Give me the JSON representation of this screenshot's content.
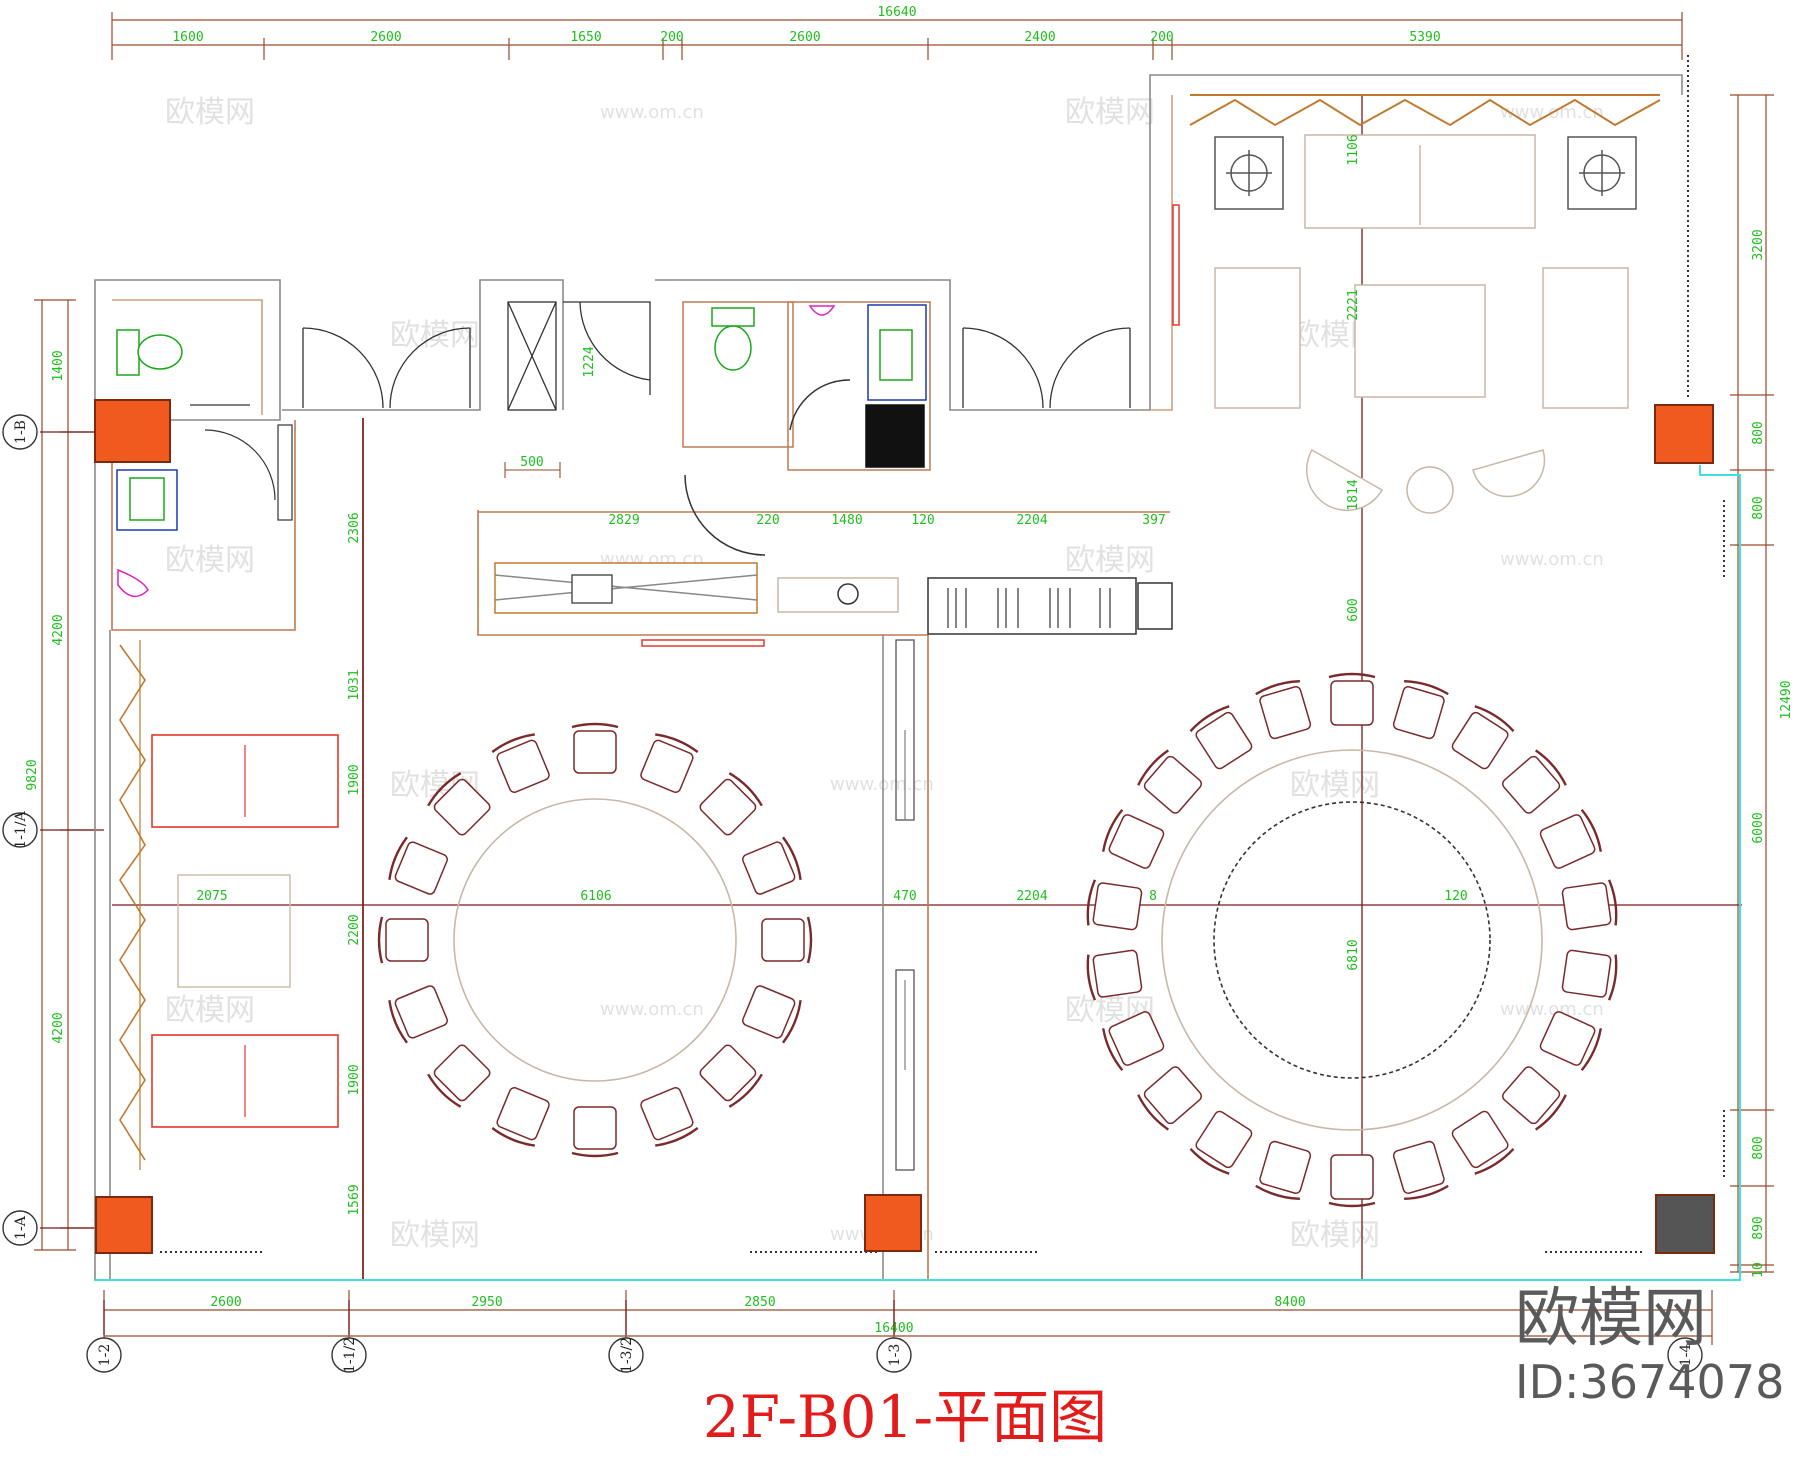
{
  "drawing": {
    "title": "2F-B01-平面图",
    "colors": {
      "wall": "#8a8a8a",
      "dim_line": "#9a4a2a",
      "dim_text": "#1fbf1f",
      "title": "#e21b1b",
      "column": "#f05a1e",
      "column_edge": "#7a2a10",
      "chair": "#7a2a2a",
      "sofa": "#e03a2a",
      "sanitary": "#1aa81a",
      "cyan_line": "#40e0e0",
      "axis_line": "#7a1a1a"
    }
  },
  "dimensions": {
    "top_total": "16640",
    "top_segments": [
      "1600",
      "2600",
      "1650",
      "200",
      "2600",
      "2400",
      "200",
      "5390"
    ],
    "bottom_segments": [
      "2600",
      "2950",
      "2850",
      "8400"
    ],
    "bottom_total": "16400",
    "left_outer": [
      "9820"
    ],
    "left_inner": [
      "1400",
      "4200",
      "4200"
    ],
    "right_inner": [
      "3200",
      "800",
      "800",
      "6000",
      "800",
      "890",
      "10"
    ],
    "right_outer": [
      "12490"
    ],
    "interior": [
      "1106",
      "2221",
      "1814",
      "600",
      "6810",
      "1224",
      "500",
      "2829",
      "220",
      "1480",
      "120",
      "2204",
      "397",
      "2306",
      "1031",
      "1900",
      "2200",
      "1900",
      "1569",
      "2075",
      "6106",
      "470",
      "2204",
      "8",
      "120"
    ]
  },
  "axes": {
    "rows": [
      "1-B",
      "1-1/A",
      "1-A"
    ],
    "columns": [
      "1-2",
      "1-1/2",
      "1-3/2",
      "1-3",
      "1-4"
    ]
  },
  "watermark": {
    "brand": "欧模网",
    "id": "ID:3674078",
    "repeat_text": "欧模网",
    "repeat_url": "www.om.cn"
  }
}
